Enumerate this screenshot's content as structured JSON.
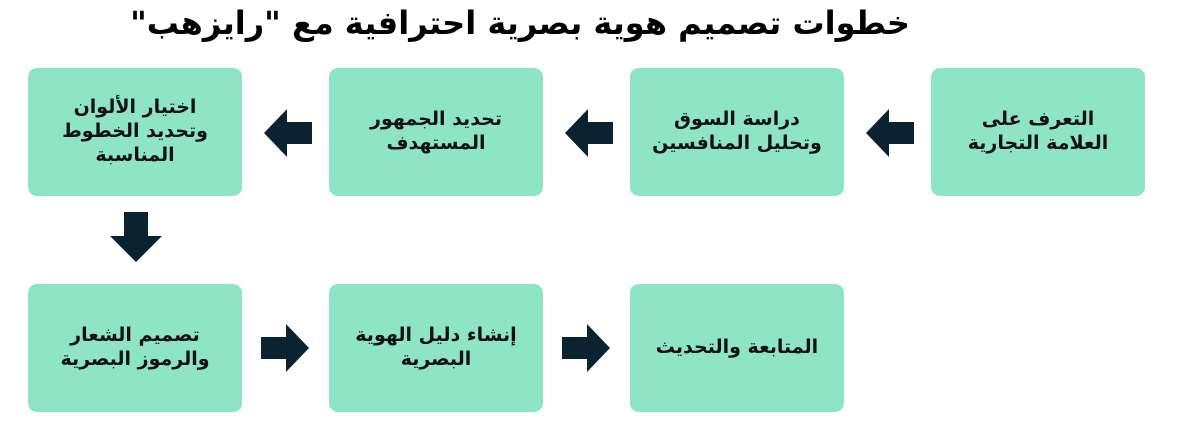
{
  "title": "خطوات تصميم هوية بصرية احترافية مع \"رايزهب\"",
  "colors": {
    "box_fill": "#8de5c5",
    "arrow_fill": "#0b2230",
    "text": "#111111"
  },
  "steps": [
    {
      "label": "التعرف على\nالعلامة التجارية"
    },
    {
      "label": "دراسة السوق\nوتحليل المنافسين"
    },
    {
      "label": "تحديد الجمهور\nالمستهدف"
    },
    {
      "label": "اختيار الألوان\nوتحديد الخطوط\nالمناسبة"
    },
    {
      "label": "تصميم الشعار\nوالرموز البصرية"
    },
    {
      "label": "إنشاء دليل الهوية\nالبصرية"
    },
    {
      "label": "المتابعة والتحديث"
    }
  ],
  "arrows": [
    {
      "icon": "arrow-left-icon"
    },
    {
      "icon": "arrow-left-icon"
    },
    {
      "icon": "arrow-left-icon"
    },
    {
      "icon": "arrow-down-icon"
    },
    {
      "icon": "arrow-right-icon"
    },
    {
      "icon": "arrow-right-icon"
    }
  ]
}
